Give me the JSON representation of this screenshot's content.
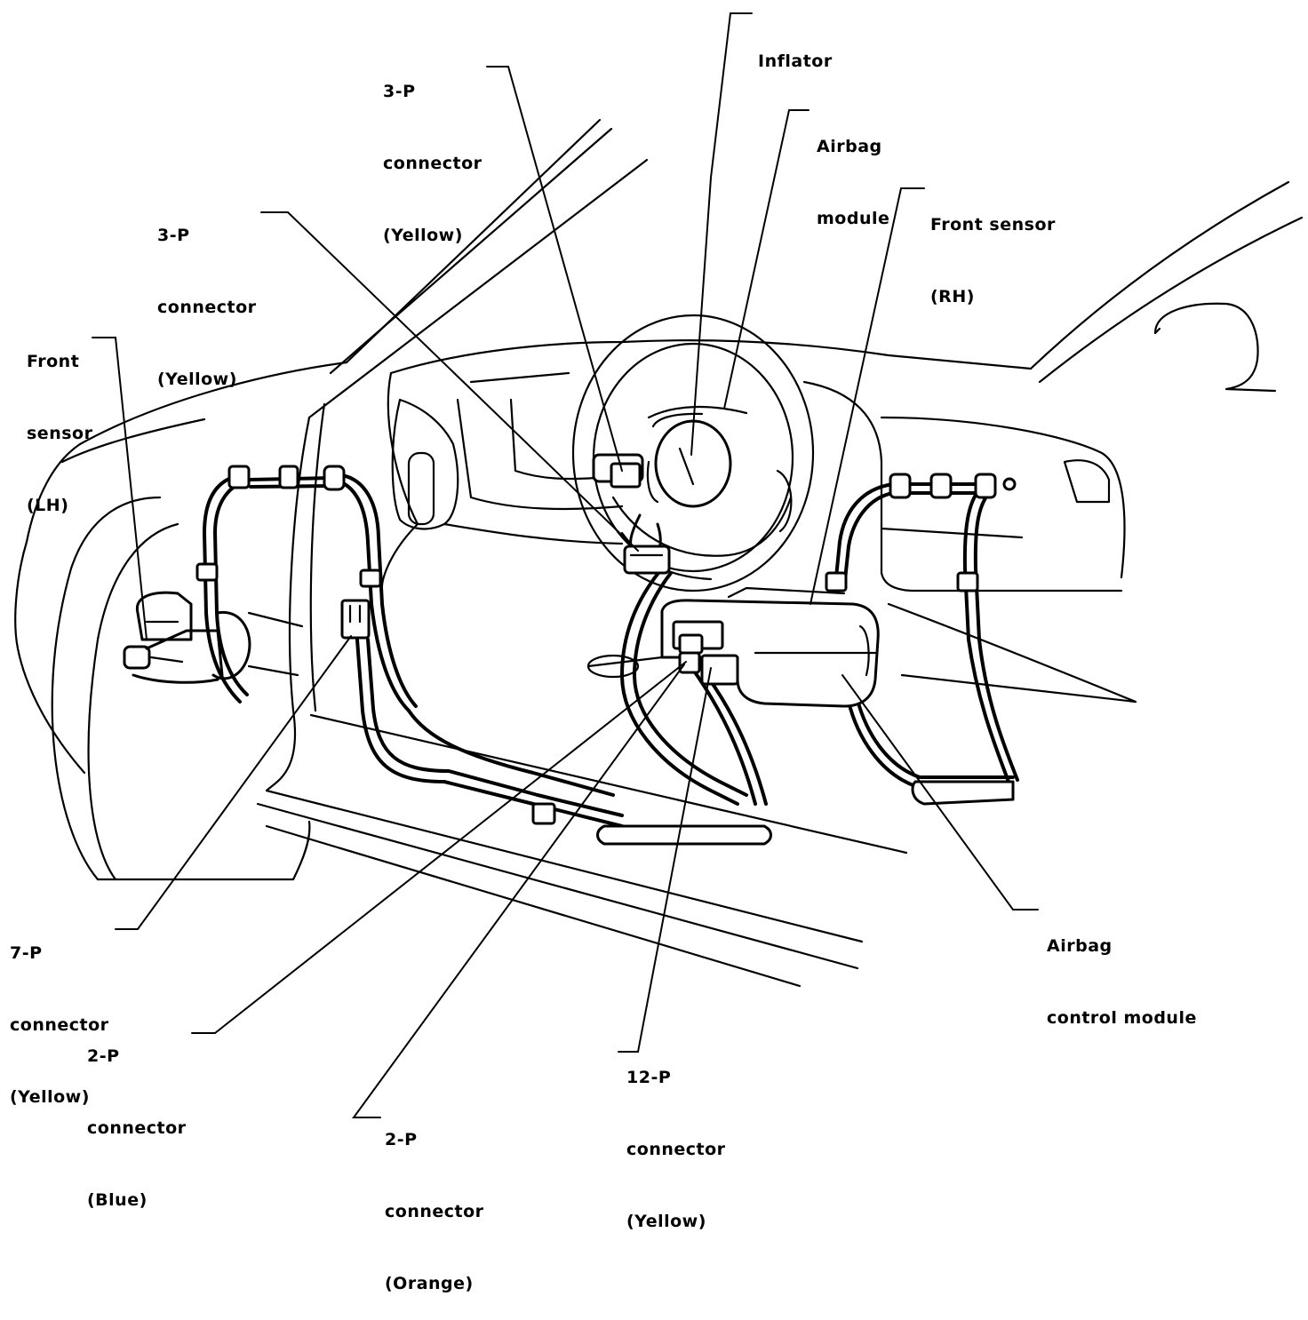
{
  "labels": {
    "inflator": [
      "Inflator"
    ],
    "conn_3p_top": [
      "3-P",
      "connector",
      "(Yellow)"
    ],
    "airbag_module": [
      "Airbag",
      "module"
    ],
    "front_sensor_rh": [
      "Front sensor",
      "(RH)"
    ],
    "conn_3p_left": [
      "3-P",
      "connector",
      "(Yellow)"
    ],
    "front_sensor_lh": [
      "Front",
      "sensor",
      "(LH)"
    ],
    "conn_7p": [
      "7-P",
      "connector",
      "(Yellow)"
    ],
    "conn_2p_blue": [
      "2-P",
      "connector",
      "(Blue)"
    ],
    "conn_2p_orange": [
      "2-P",
      "connector",
      "(Orange)"
    ],
    "conn_12p": [
      "12-P",
      "connector",
      "(Yellow)"
    ],
    "airbag_control_module": [
      "Airbag",
      "control module"
    ]
  }
}
